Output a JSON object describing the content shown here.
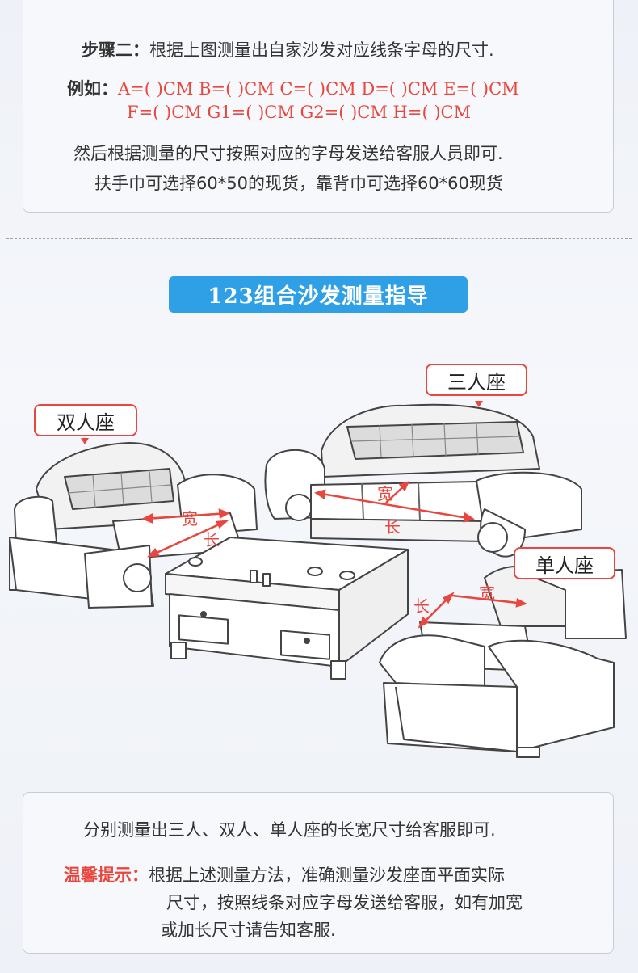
{
  "step": {
    "prefix": "步骤二：",
    "text": "根据上图测量出自家沙发对应线条字母的尺寸."
  },
  "example": {
    "prefix": "例如：",
    "row1": "A=( )CM  B=( )CM  C=( )CM  D=( )CM  E=( )CM",
    "row2": "F=( )CM  G1=( )CM  G2=( )CM  H=( )CM"
  },
  "instruction1": "然后根据测量的尺寸按照对应的字母发送给客服人员即可.",
  "instruction2": "扶手巾可选择60*50的现货，靠背巾可选择60*60现货",
  "section_title": "123组合沙发测量指导",
  "labels": {
    "three_seat": "三人座",
    "two_seat": "双人座",
    "single_seat": "单人座",
    "width": "宽",
    "length": "长"
  },
  "bottom": {
    "summary": "分别测量出三人、双人、单人座的长宽尺寸给客服即可.",
    "tip_prefix": "温馨提示：",
    "tip_line1": "根据上述测量方法，准确测量沙发座面平面实际",
    "tip_line2": "尺寸，按照线条对应字母发送给客服，如有加宽",
    "tip_line3": "或加长尺寸请告知客服."
  },
  "colors": {
    "accent_red": "#e8473f",
    "title_blue": "#2f9fe6"
  }
}
